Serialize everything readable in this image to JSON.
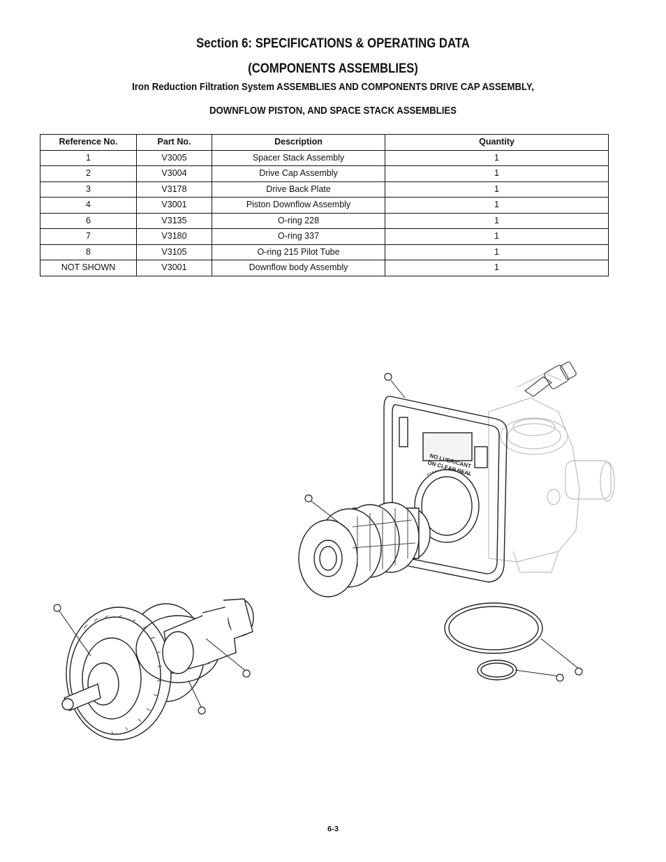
{
  "header": {
    "title": "Section 6: SPECIFICATIONS & OPERATING DATA",
    "title2": "(COMPONENTS ASSEMBLIES)",
    "subtitle1": "Iron Reduction Filtration System ASSEMBLIES AND COMPONENTS DRIVE CAP ASSEMBLY,",
    "subtitle2": "DOWNFLOW PISTON, AND SPACE STACK ASSEMBLIES"
  },
  "table": {
    "headers": [
      "Reference No.",
      "Part No.",
      "Description",
      "Quantity"
    ],
    "rows": [
      [
        "1",
        "V3005",
        "Spacer Stack Assembly",
        "1"
      ],
      [
        "2",
        "V3004",
        "Drive Cap Assembly",
        "1"
      ],
      [
        "3",
        "V3178",
        "Drive Back Plate",
        "1"
      ],
      [
        "4",
        "V3001",
        "Piston Downflow Assembly",
        "1"
      ],
      [
        "6",
        "V3135",
        "O-ring 228",
        "1"
      ],
      [
        "7",
        "V3180",
        "O-ring 337",
        "1"
      ],
      [
        "8",
        "V3105",
        "O-ring 215 Pilot Tube",
        "1"
      ],
      [
        "NOT SHOWN",
        "V3001",
        "Downflow body Assembly",
        "1"
      ]
    ]
  },
  "figure": {
    "plate_label_line1": "NO LUBRICANT",
    "plate_label_line2": "ON CLEAR SEAL"
  },
  "footer": {
    "page_number": "6-3"
  }
}
